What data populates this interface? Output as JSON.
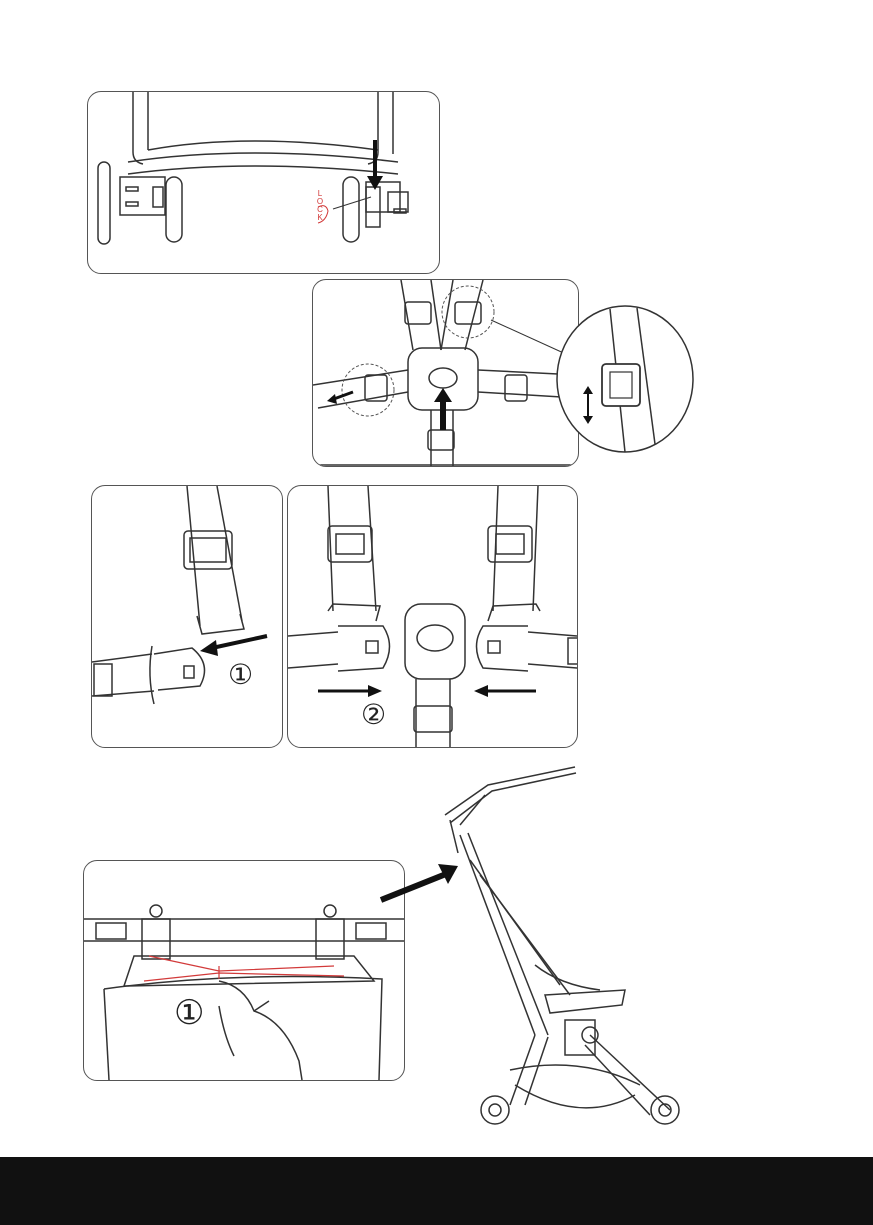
{
  "panels": {
    "wheel_lock": {
      "lock_label": "LOCK"
    },
    "harness_buckle": {
      "step_label": "①"
    },
    "harness_connect": {
      "step_label": "②"
    },
    "basket": {
      "step_label": "①"
    }
  },
  "colors": {
    "line": "#333333",
    "accent": "#d23a3a",
    "footer": "#111111"
  },
  "icons": [
    "arrow-down-icon",
    "arrow-up-icon",
    "double-arrow-icon",
    "arrow-left-icon",
    "arrow-right-icon"
  ]
}
